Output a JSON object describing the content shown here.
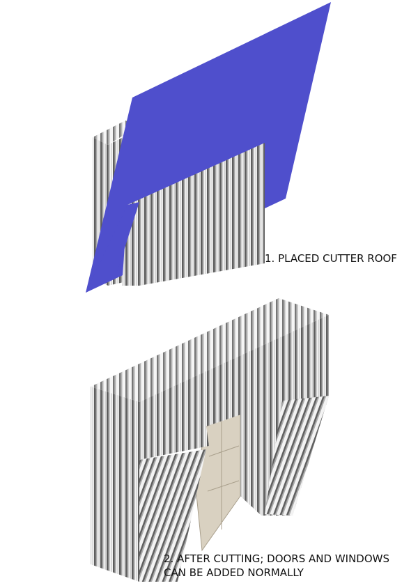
{
  "labels": {
    "step1": "1. PLACED CUTTER ROOF",
    "step2_line1": "2. AFTER CUTTING; DOORS AND WINDOWS",
    "step2_line2": "CAN BE ADDED NORMALLY"
  },
  "colors": {
    "cutter_plane": "#4f4fcc",
    "stripe_dark": "#6b6b6b",
    "stripe_light": "#f2f2f2",
    "door": "#d9d1c1"
  }
}
